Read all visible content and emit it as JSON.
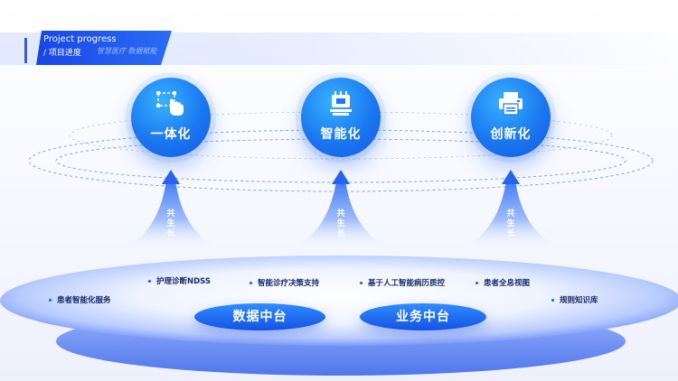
{
  "header": {
    "title_en": "Project progress",
    "title_zh": "/ 项目进度",
    "tags": "智慧医疗  数据赋能"
  },
  "pillars": [
    {
      "label": "一体化",
      "icon": "touch-select-icon"
    },
    {
      "label": "智能化",
      "icon": "chip-icon"
    },
    {
      "label": "创新化",
      "icon": "printer-icon"
    }
  ],
  "growth_label": "共生长",
  "platforms": [
    {
      "label": "数据中台"
    },
    {
      "label": "业务中台"
    }
  ],
  "services": [
    {
      "label": "护理诊断NDSS"
    },
    {
      "label": "智能诊疗决策支持"
    },
    {
      "label": "基于人工智能病历质控"
    },
    {
      "label": "患者全息视图"
    },
    {
      "label": "患者智能化服务"
    },
    {
      "label": "规则知识库"
    }
  ],
  "colors": {
    "primary": "#1a6cf0",
    "light": "#38b2ff",
    "dark": "#1453e4",
    "text_dark": "#1b2b6b"
  }
}
